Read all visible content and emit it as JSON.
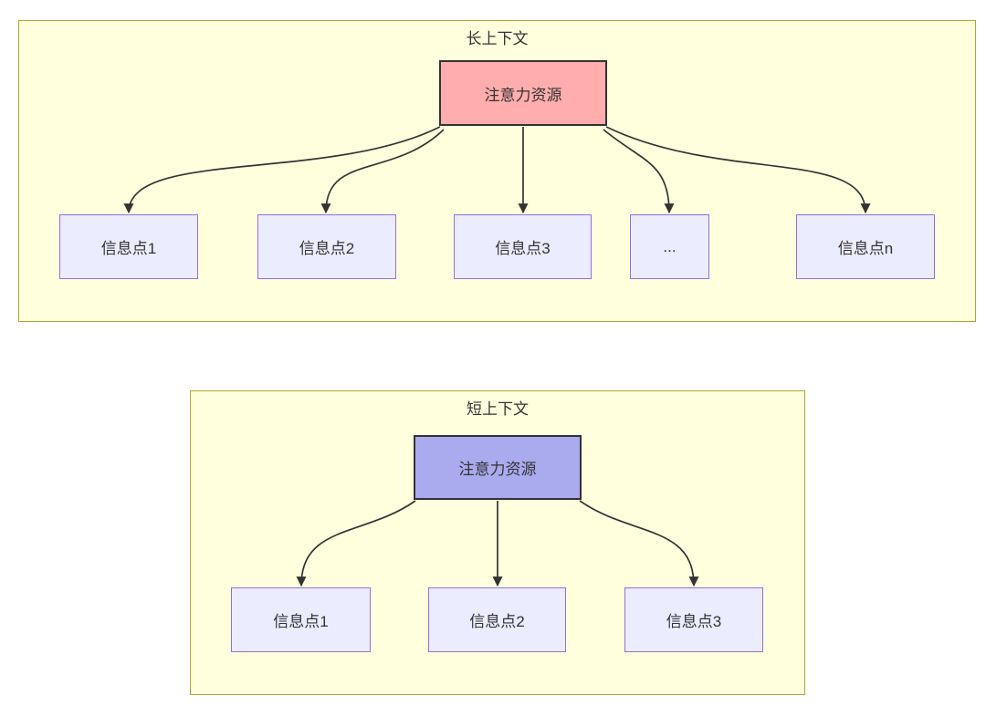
{
  "panels": [
    {
      "title": "长上下文",
      "root": {
        "label": "注意力资源",
        "fill": "#ffadad"
      },
      "children": [
        {
          "label": "信息点1"
        },
        {
          "label": "信息点2"
        },
        {
          "label": "信息点3"
        },
        {
          "label": "..."
        },
        {
          "label": "信息点n"
        }
      ]
    },
    {
      "title": "短上下文",
      "root": {
        "label": "注意力资源",
        "fill": "#aaaaee"
      },
      "children": [
        {
          "label": "信息点1"
        },
        {
          "label": "信息点2"
        },
        {
          "label": "信息点3"
        }
      ]
    }
  ],
  "colors": {
    "panel_fill": "#ffffde",
    "panel_border": "#aaaa33",
    "leaf_fill": "#ececff",
    "leaf_border": "#9370db",
    "root_long_fill": "#ffadad",
    "root_short_fill": "#aaaaee",
    "root_border": "#333333",
    "edge": "#333333",
    "text": "#333333"
  }
}
